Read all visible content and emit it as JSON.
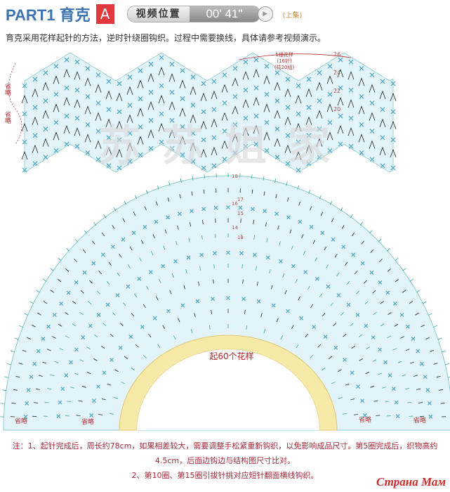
{
  "header": {
    "part": "PART1 育克",
    "badge": "A",
    "video_label": "视频位置",
    "video_time": "00' 41''",
    "video_note": "(上集)"
  },
  "intro": "育克采用花样起针的方法，逆时针绕圈钩织。过程中需要换线，具体请参考视频演示。",
  "strip": {
    "repeat_label": [
      "1组花样",
      "(16针)",
      "(共20组)"
    ],
    "rows": [
      "26",
      "24",
      "22",
      "20"
    ],
    "omit": "省略"
  },
  "fan": {
    "center_label": "起60个花样",
    "rows": [
      "18",
      "17",
      "16",
      "15",
      "14",
      "13"
    ],
    "omit": "省略"
  },
  "watermark": "苏苏姐家",
  "notes": [
    "注：1、起针完成后，周长约78cm，如果相差较大，需要调整手松紧重新钩织，以免影响成品尺寸。第5圈完成后，织物高约",
    "4.5cm，后面边钩边与结构图尺寸比对。",
    "2、第10圈、第15圈引拔针挑对应短针翻面横线钩织。"
  ],
  "logo": "Страна Мам",
  "colors": {
    "title": "#3d73b0",
    "badge": "#e2383e",
    "fill": "#e3f3fa",
    "cross": "#4aa8c8",
    "stitch": "#222222",
    "note": "#a8283a",
    "ring": "#f7e9a8"
  }
}
